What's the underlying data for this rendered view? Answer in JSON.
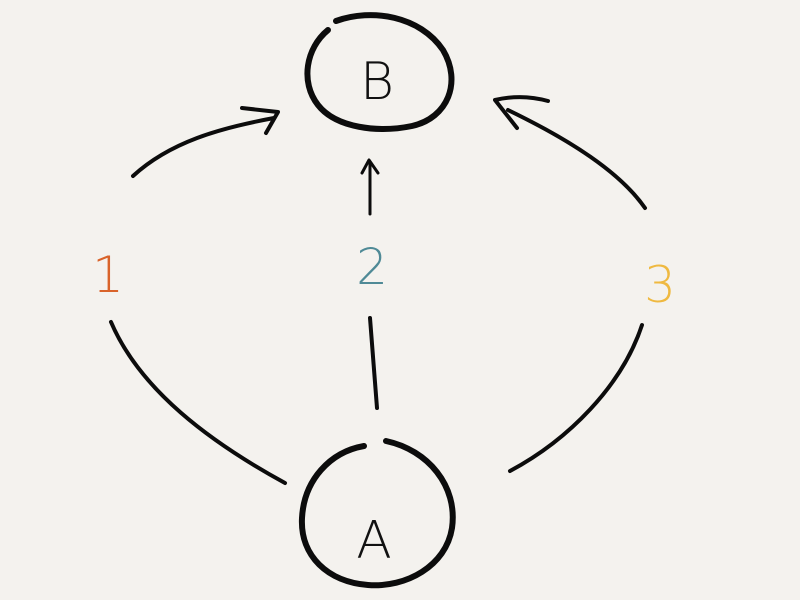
{
  "nodes": {
    "a": {
      "label": "A"
    },
    "b": {
      "label": "B"
    }
  },
  "paths": [
    {
      "label": "1",
      "color": "#d9632a"
    },
    {
      "label": "2",
      "color": "#4f8a96"
    },
    {
      "label": "3",
      "color": "#efb940"
    }
  ]
}
